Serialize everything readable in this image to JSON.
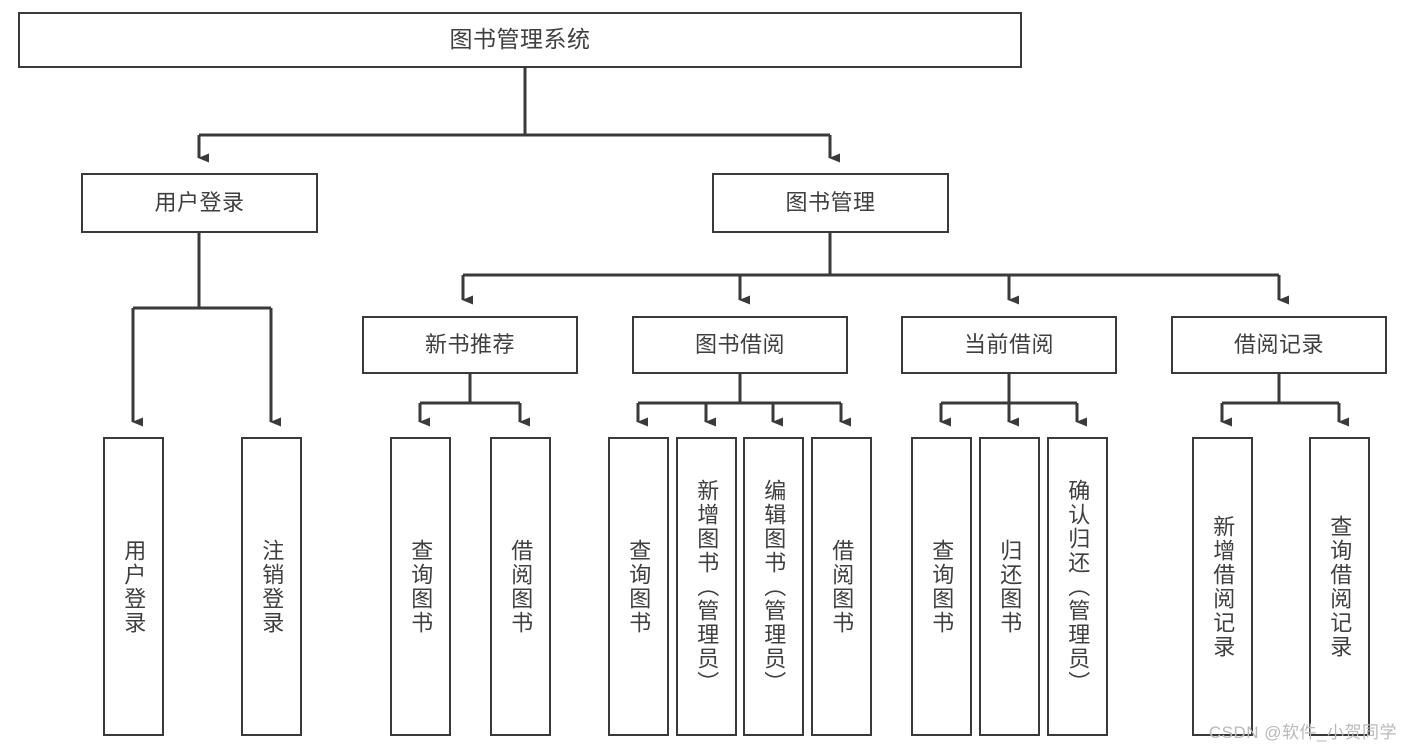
{
  "diagram": {
    "title": "图书管理系统",
    "type": "tree-hierarchy-chart",
    "watermark": "CSDN @软件_小贺同学",
    "colors": {
      "box_border": "#3a3a3a",
      "box_fill": "#ffffff",
      "text": "#3f3f3f",
      "edge": "#3a3a3a",
      "watermark": "#b9b9b9",
      "background": "#ffffff"
    },
    "levels": {
      "root": {
        "label": "图书管理系统"
      },
      "level1": [
        {
          "label": "用户登录"
        },
        {
          "label": "图书管理"
        }
      ],
      "level2": [
        {
          "label": "新书推荐"
        },
        {
          "label": "图书借阅"
        },
        {
          "label": "当前借阅"
        },
        {
          "label": "借阅记录"
        }
      ],
      "leaves": {
        "user_login": [
          {
            "label": "用户登录"
          },
          {
            "label": "注销登录"
          }
        ],
        "new_book_recommend": [
          {
            "label": "查询图书"
          },
          {
            "label": "借阅图书"
          }
        ],
        "book_borrow": [
          {
            "label": "查询图书"
          },
          {
            "label": "新增图书（管理员）"
          },
          {
            "label": "编辑图书（管理员）"
          },
          {
            "label": "借阅图书"
          }
        ],
        "current_borrow": [
          {
            "label": "查询图书"
          },
          {
            "label": "归还图书"
          },
          {
            "label": "确认归还（管理员）"
          }
        ],
        "borrow_record": [
          {
            "label": "新增借阅记录"
          },
          {
            "label": "查询借阅记录"
          }
        ]
      }
    }
  }
}
